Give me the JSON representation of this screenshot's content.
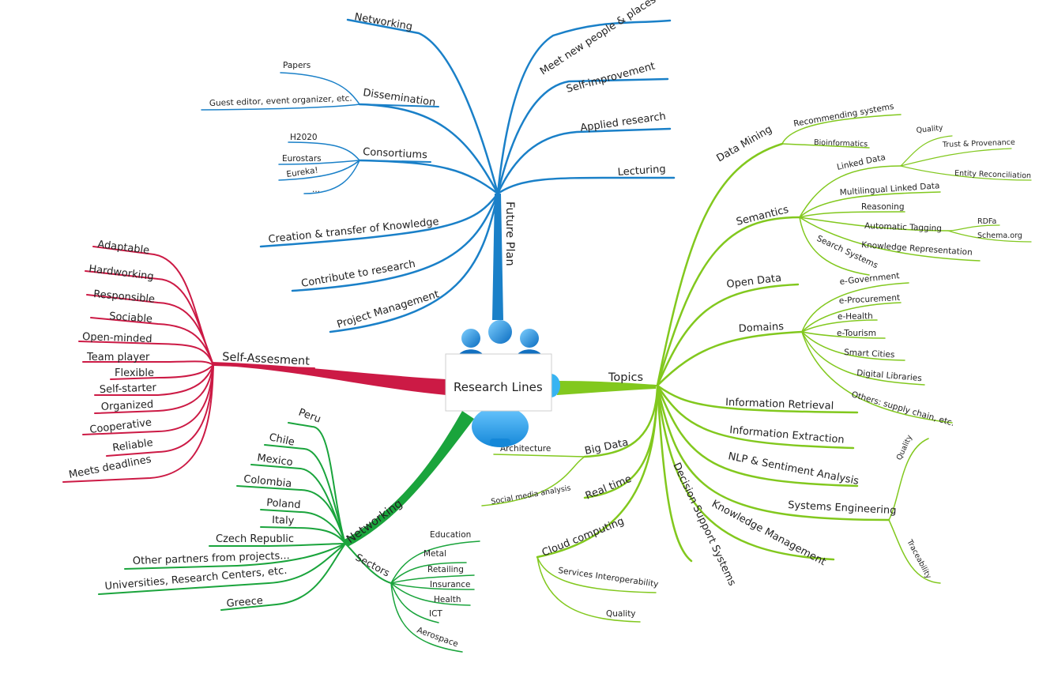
{
  "center": "Research Lines",
  "colors": {
    "future": "#1a80c8",
    "self": "#cc1a45",
    "networking": "#1aa43c",
    "topics": "#82c81e"
  },
  "future_plan": {
    "title": "Future Plan",
    "items": [
      "Networking",
      "Meet new people & places",
      "Self-improvement",
      "Applied research",
      "Lecturing",
      "Creation & transfer of Knowledge",
      "Contribute to research",
      "Project Management"
    ],
    "dissemination": {
      "label": "Dissemination",
      "children": [
        "Papers",
        "Guest editor, event organizer, etc."
      ]
    },
    "consortiums": {
      "label": "Consortiums",
      "children": [
        "H2020",
        "Eurostars",
        "Eureka!",
        "..."
      ]
    }
  },
  "self_assessment": {
    "title": "Self-Assesment",
    "items": [
      "Adaptable",
      "Hardworking",
      "Responsible",
      "Sociable",
      "Open-minded",
      "Team player",
      "Flexible",
      "Self-starter",
      "Organized",
      "Cooperative",
      "Reliable",
      "Meets deadlines"
    ]
  },
  "networking": {
    "title": "Networking",
    "countries": [
      "Peru",
      "Chile",
      "Mexico",
      "Colombia",
      "Poland",
      "Italy",
      "Czech Republic",
      "Other partners from projects...",
      "Universities, Research Centers, etc.",
      "Greece"
    ],
    "sectors": {
      "label": "Sectors",
      "children": [
        "Education",
        "Metal",
        "Retailing",
        "Insurance",
        "Health",
        "ICT",
        "Aerospace"
      ]
    }
  },
  "topics": {
    "title": "Topics",
    "data_mining": {
      "label": "Data Mining",
      "children": [
        "Recommending systems",
        "Bioinformatics"
      ]
    },
    "semantics": {
      "label": "Semantics",
      "linked_data": {
        "label": "Linked Data",
        "children": [
          "Quality",
          "Trust & Provenance",
          "Entity Reconciliation"
        ]
      },
      "children": [
        "Multilingual Linked Data",
        "Reasoning",
        "Knowledge Representation",
        "Search Systems"
      ],
      "automatic_tagging": {
        "label": "Automatic Tagging",
        "children": [
          "RDFa",
          "Schema.org"
        ]
      }
    },
    "open_data": "Open Data",
    "domains": {
      "label": "Domains",
      "children": [
        "e-Government",
        "e-Procurement",
        "e-Health",
        "e-Tourism",
        "Smart Cities",
        "Digital Libraries",
        "Others: supply chain, etc."
      ]
    },
    "information_retrieval": "Information Retrieval",
    "information_extraction": "Information Extraction",
    "nlp": "NLP & Sentiment Analysis",
    "systems_engineering": {
      "label": "Systems Engineering",
      "children": [
        "Quality",
        "Traceability"
      ]
    },
    "knowledge_management": "Knowledge Management",
    "decision_support": "Decision Support Systems",
    "big_data": {
      "label": "Big Data",
      "children": [
        "Architecture",
        "Social media analysis"
      ]
    },
    "real_time": "Real time",
    "cloud_computing": {
      "label": "Cloud computing",
      "children": [
        "Services Interoperability",
        "Quality"
      ]
    }
  }
}
